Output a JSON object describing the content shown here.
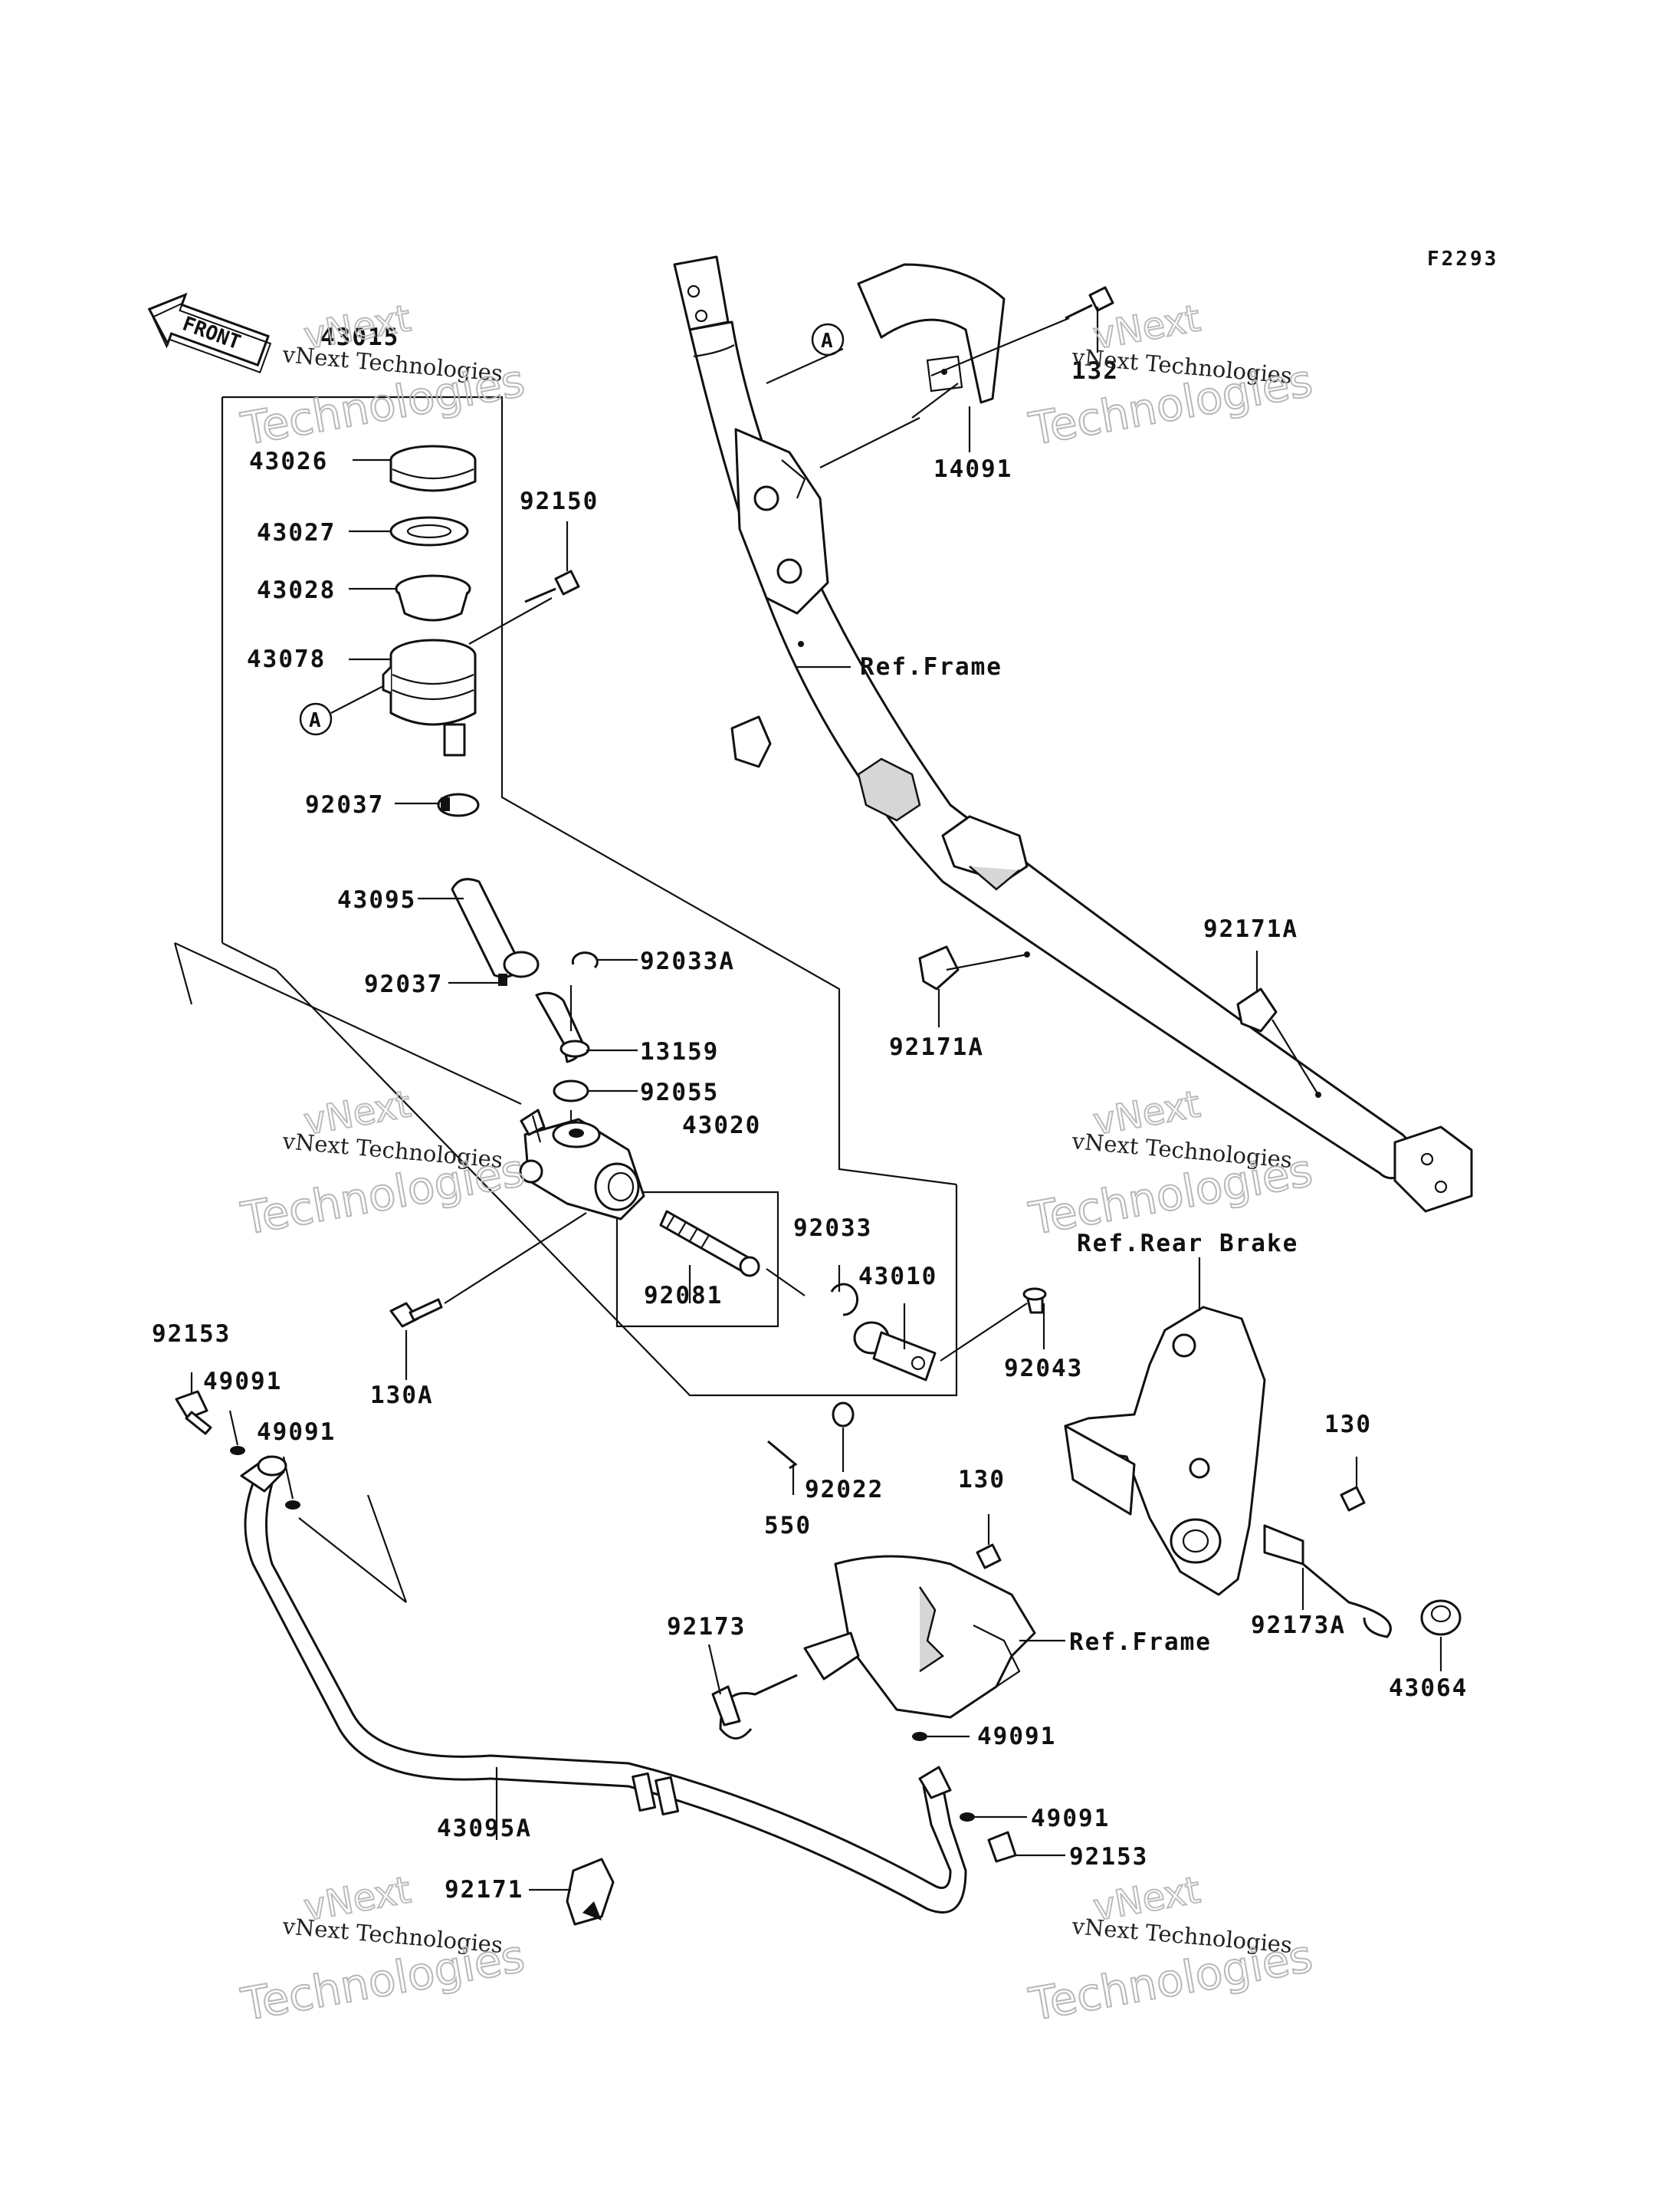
{
  "figure_code": "F2293",
  "front_marker": "FRONT",
  "callout_letter": "A",
  "watermark": {
    "line1": "vNext Technologies",
    "line2": "Technologies",
    "line3": "vNext"
  },
  "refs": {
    "frame_upper": "Ref.Frame",
    "frame_lower": "Ref.Frame",
    "rear_brake": "Ref.Rear Brake"
  },
  "parts": {
    "p43015": "43015",
    "p43026": "43026",
    "p43027": "43027",
    "p43028": "43028",
    "p43078": "43078",
    "p92150": "92150",
    "p92037a": "92037",
    "p43095": "43095",
    "p92037b": "92037",
    "p92033A": "92033A",
    "p13159": "13159",
    "p92055": "92055",
    "p43020": "43020",
    "p92033": "92033",
    "p92081": "92081",
    "p43010": "43010",
    "p130A": "130A",
    "p92043": "92043",
    "p92022": "92022",
    "p550": "550",
    "p92153a": "92153",
    "p49091a": "49091",
    "p49091b": "49091",
    "p43095A": "43095A",
    "p92171": "92171",
    "p130b": "130",
    "p92173": "92173",
    "p49091c": "49091",
    "p49091d": "49091",
    "p92153b": "92153",
    "p130c": "130",
    "p92173A": "92173A",
    "p43064": "43064",
    "p132": "132",
    "p14091": "14091",
    "p92171Aa": "92171A",
    "p92171Ab": "92171A"
  }
}
